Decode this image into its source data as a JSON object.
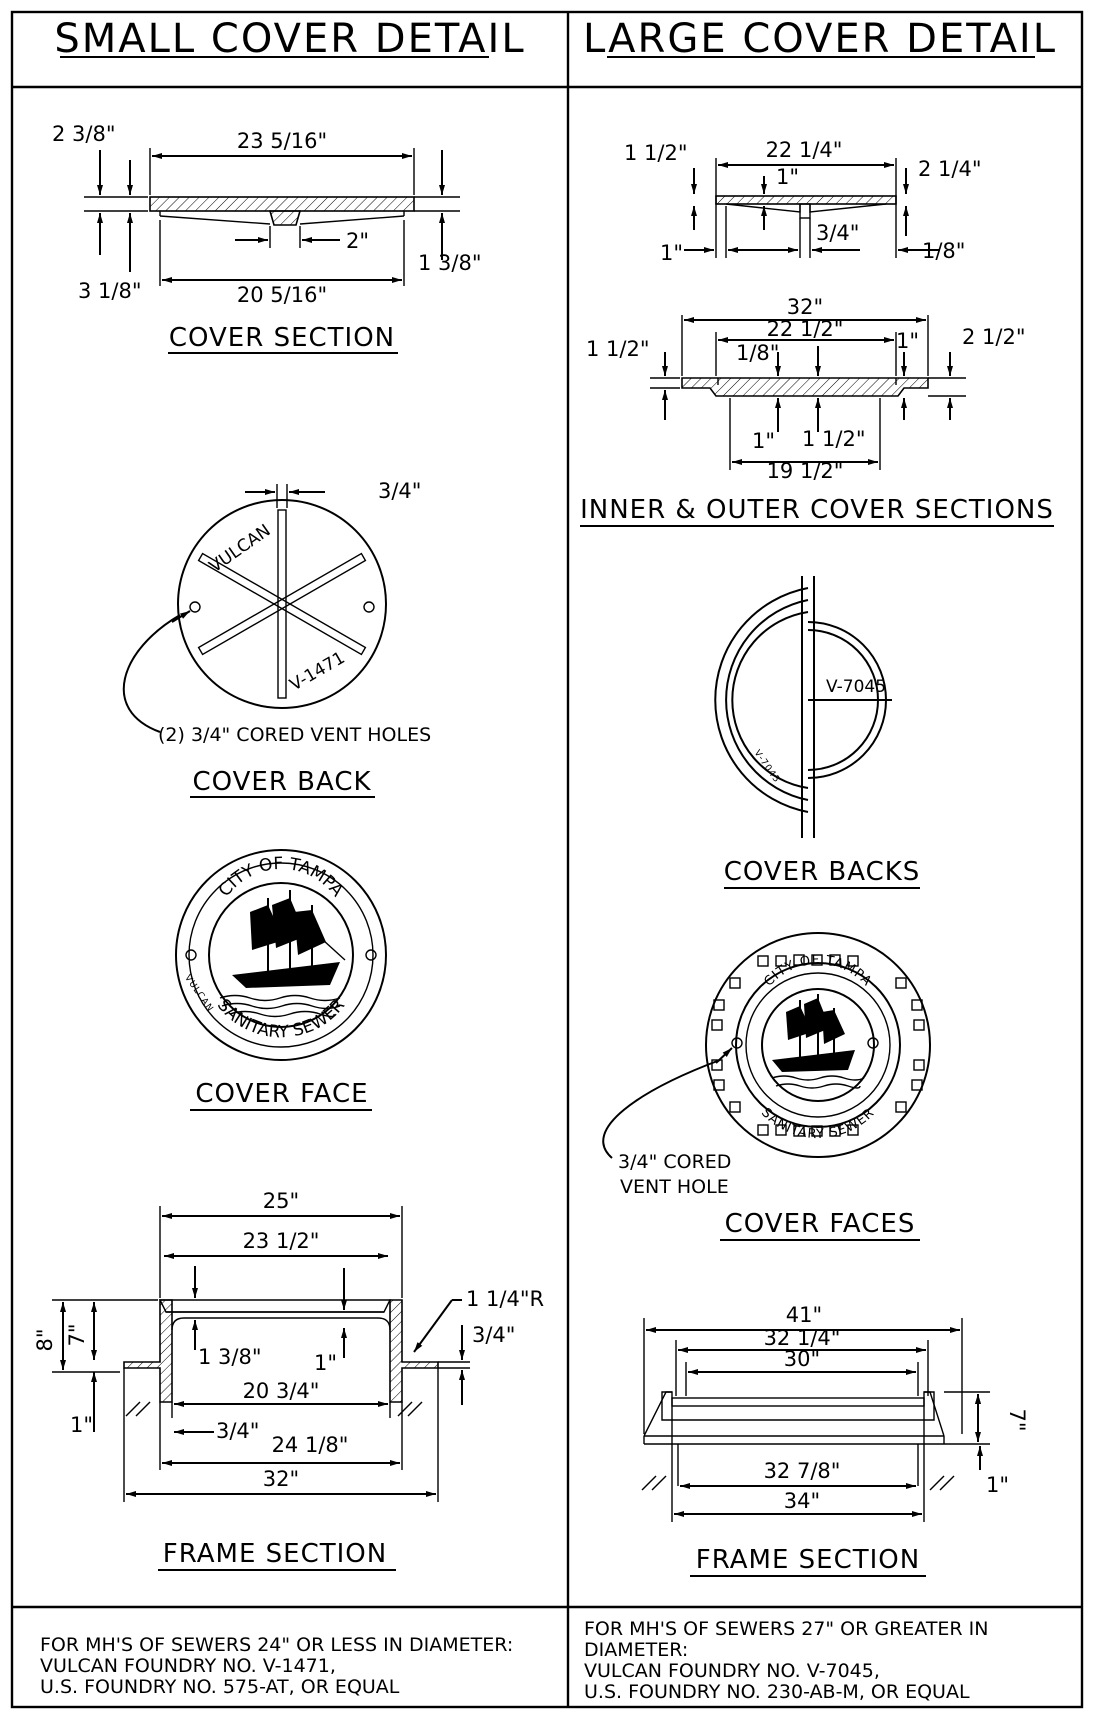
{
  "headers": {
    "small": "SMALL COVER DETAIL",
    "large": "LARGE COVER DETAIL"
  },
  "small": {
    "cover_section": {
      "caption": "COVER SECTION",
      "dims": {
        "top_width": "23 5/16\"",
        "left_thk_top": "2 3/8\"",
        "left_thk_bottom": "3 1/8\"",
        "bottom_width": "20 5/16\"",
        "rib_width": "2\"",
        "right_height": "1 3/8\""
      }
    },
    "cover_back": {
      "caption": "COVER BACK",
      "rib_dim": "3/4\"",
      "brand": "VULCAN",
      "model": "V-1471",
      "callout": "(2) 3/4\" CORED VENT HOLES"
    },
    "cover_face": {
      "caption": "COVER FACE",
      "ring_top": "CITY OF TAMPA",
      "ring_bottom": "SANITARY SEWER",
      "ring_left": "VULCAN"
    },
    "frame_section": {
      "caption": "FRAME SECTION",
      "dims": {
        "w25": "25\"",
        "w23_5": "23 1/2\"",
        "h8": "8\"",
        "h7": "7\"",
        "d1_3_8": "1 3/8\"",
        "d1": "1\"",
        "radius": "1 1/4\"R",
        "d3_4": "3/4\"",
        "w20_3_4": "20 3/4\"",
        "d1_left": "1\"",
        "d3_4_bottom": "3/4\"",
        "w24_1_8": "24 1/8\"",
        "w32": "32\""
      }
    },
    "note": [
      "FOR MH'S OF SEWERS 24\" OR LESS IN DIAMETER:",
      "VULCAN FOUNDRY NO. V-1471,",
      "U.S. FOUNDRY NO. 575-AT, OR EQUAL"
    ]
  },
  "large": {
    "inner_cover": {
      "dims": {
        "w22_1_4": "22 1/4\"",
        "d1_1_2": "1 1/2\"",
        "d1_top": "1\"",
        "d2_1_4": "2 1/4\"",
        "d3_4": "3/4\"",
        "d1_left": "1\"",
        "d1_8": "1/8\""
      }
    },
    "outer_cover": {
      "dims": {
        "w32": "32\"",
        "w22_1_2": "22 1/2\"",
        "d1_1_2": "1 1/2\"",
        "d1_8": "1/8\"",
        "d1_right": "1\"",
        "d2_1_2": "2 1/2\"",
        "d1_bottom": "1\"",
        "d1_1_2_bottom": "1 1/2\"",
        "w19_1_2": "19 1/2\""
      }
    },
    "sections_caption": "INNER & OUTER COVER SECTIONS",
    "cover_backs": {
      "caption": "COVER BACKS",
      "model": "V-7045"
    },
    "cover_faces": {
      "caption": "COVER FACES",
      "ring_top": "CITY OF TAMPA",
      "ring_bottom": "SANITARY SEWER",
      "callout_1": "3/4\" CORED",
      "callout_2": "VENT HOLE"
    },
    "frame_section": {
      "caption": "FRAME SECTION",
      "dims": {
        "w41": "41\"",
        "w32_1_4": "32 1/4\"",
        "w30": "30\"",
        "h7": "7\"",
        "w32_7_8": "32 7/8\"",
        "d1": "1\"",
        "w34": "34\""
      }
    },
    "note": [
      "FOR MH'S OF SEWERS 27\" OR GREATER IN",
      "DIAMETER:",
      "VULCAN FOUNDRY NO. V-7045,",
      "U.S. FOUNDRY NO. 230-AB-M, OR EQUAL"
    ]
  }
}
